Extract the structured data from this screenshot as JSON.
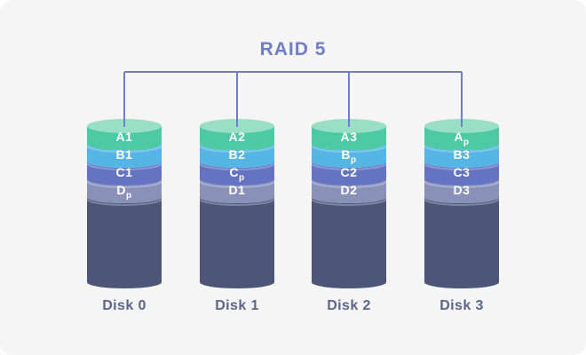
{
  "title": "RAID 5",
  "colors": {
    "panel_bg": "#f5f5f6",
    "accent_line": "#6f7dca",
    "cap": "#98dfc6",
    "band_a": "#4ecaa3",
    "band_b": "#55b5e4",
    "band_c": "#6474c2",
    "band_d": "#8a91b8",
    "body": "#4d5678",
    "disk_label": "#5c648a"
  },
  "disks": [
    {
      "name": "Disk 0",
      "bands": [
        {
          "main": "A1",
          "sub": ""
        },
        {
          "main": "B1",
          "sub": ""
        },
        {
          "main": "C1",
          "sub": ""
        },
        {
          "main": "D",
          "sub": "p"
        }
      ]
    },
    {
      "name": "Disk 1",
      "bands": [
        {
          "main": "A2",
          "sub": ""
        },
        {
          "main": "B2",
          "sub": ""
        },
        {
          "main": "C",
          "sub": "p"
        },
        {
          "main": "D1",
          "sub": ""
        }
      ]
    },
    {
      "name": "Disk 2",
      "bands": [
        {
          "main": "A3",
          "sub": ""
        },
        {
          "main": "B",
          "sub": "p"
        },
        {
          "main": "C2",
          "sub": ""
        },
        {
          "main": "D2",
          "sub": ""
        }
      ]
    },
    {
      "name": "Disk 3",
      "bands": [
        {
          "main": "A",
          "sub": "p"
        },
        {
          "main": "B3",
          "sub": ""
        },
        {
          "main": "C3",
          "sub": ""
        },
        {
          "main": "D3",
          "sub": ""
        }
      ]
    }
  ]
}
